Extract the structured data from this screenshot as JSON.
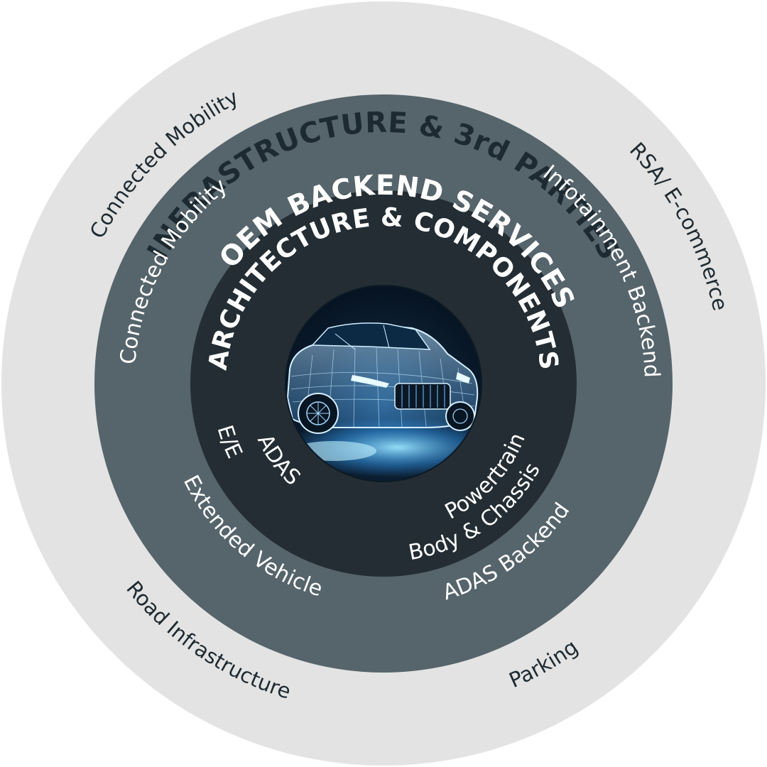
{
  "rings": {
    "outer": {
      "title": "INFRASTRUCTURE & 3rd PARTIES",
      "labels": [
        "Connected Mobility",
        "RSA/ E-commerce",
        "Road Infrastructure",
        "Parking"
      ],
      "color": "#e3e3e3"
    },
    "middle": {
      "title": "OEM BACKEND SERVICES",
      "labels": [
        "Connected Mobility",
        "Infotainment Backend",
        "Extended Vehicle",
        "ADAS Backend"
      ],
      "color": "#56646b"
    },
    "inner": {
      "title": "ARCHITECTURE & COMPONENTS",
      "labels": [
        "E/E",
        "ADAS",
        "Powertrain",
        "Body & Chassis"
      ],
      "color": "#232d33"
    }
  },
  "center_image": {
    "icon": "car-wireframe-icon"
  },
  "colors": {
    "outer_text": "#1e2a31",
    "light_text": "#ffffff",
    "car_glow": "#3fa9ff"
  }
}
